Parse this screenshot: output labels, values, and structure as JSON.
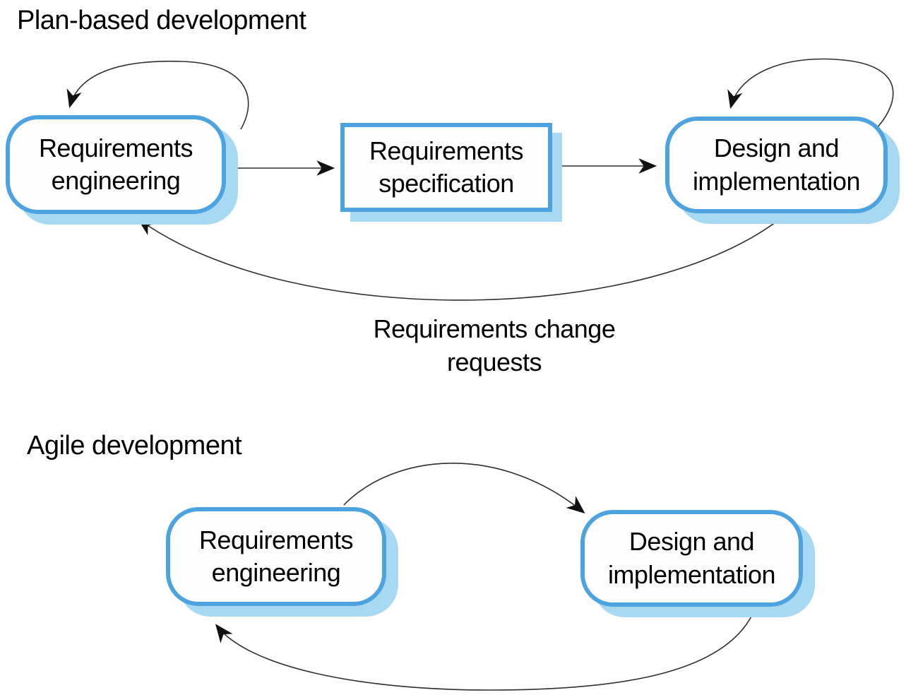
{
  "colors": {
    "border_blue": "#4da3e0",
    "shadow_blue": "#a8d9f3",
    "line_color": "#2e2e2e",
    "arrow_color": "#111111"
  },
  "plan": {
    "title": "Plan-based development",
    "nodes": [
      {
        "line1": "Requirements",
        "line2": "engineering"
      },
      {
        "line1": "Requirements",
        "line2": "specification"
      },
      {
        "line1": "Design and",
        "line2": "implementation"
      }
    ],
    "feedback_label": {
      "line1": "Requirements change",
      "line2": "requests"
    }
  },
  "agile": {
    "title": "Agile development",
    "nodes": [
      {
        "line1": "Requirements",
        "line2": "engineering"
      },
      {
        "line1": "Design and",
        "line2": "implementation"
      }
    ]
  }
}
